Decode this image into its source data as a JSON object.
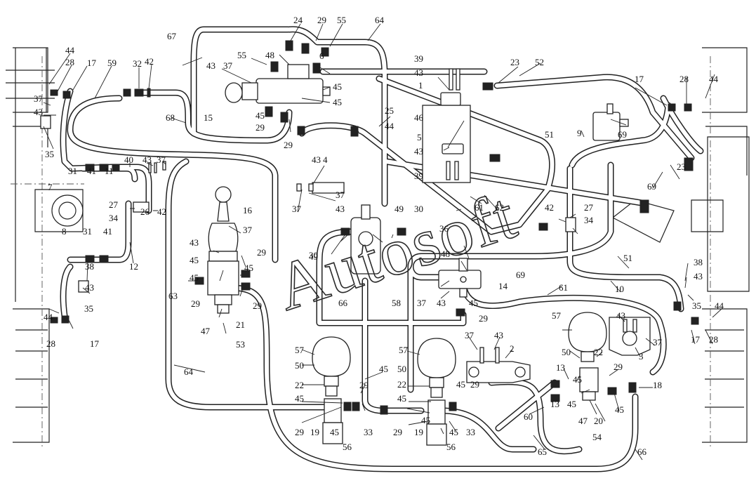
{
  "watermark": "Autosoft",
  "callouts": {
    "c1": "44",
    "c2": "28",
    "c3": "17",
    "c4": "59",
    "c5": "32",
    "c6": "42",
    "c7": "37",
    "c8": "43",
    "c9": "35",
    "c10": "7",
    "c11": "31",
    "c12": "41",
    "c13": "11",
    "c14": "40",
    "c15": "43",
    "c16": "37",
    "c17": "27",
    "c18": "34",
    "c19": "26",
    "c20": "42",
    "c21": "8",
    "c22": "31",
    "c23": "41",
    "c24": "12",
    "c25": "38",
    "c26": "43",
    "c27": "35",
    "c28": "44",
    "c29": "28",
    "c30": "17",
    "c31": "67",
    "c32": "55",
    "c33": "43",
    "c34": "37",
    "c35": "48",
    "c36": "24",
    "c37": "29",
    "c38": "55",
    "c39": "64",
    "c40": "6",
    "c41": "15",
    "c42": "45",
    "c43": "29",
    "c44": "45",
    "c45": "45",
    "c46": "68",
    "c47": "29",
    "c48": "25",
    "c49": "44",
    "c50": "4",
    "c51": "43",
    "c52": "37",
    "c53": "37",
    "c54": "43",
    "c55": "16",
    "c56": "37",
    "c57": "43",
    "c58": "45",
    "c59": "29",
    "c60": "63",
    "c61": "45",
    "c62": "29",
    "c63": "45",
    "c64": "29",
    "c65": "47",
    "c66": "21",
    "c67": "53",
    "c68": "64",
    "c69": "49",
    "c70": "30",
    "c71": "30",
    "c72": "49",
    "c73": "58",
    "c74": "66",
    "c75": "39",
    "c76": "43",
    "c77": "1",
    "c78": "46",
    "c79": "5",
    "c80": "43",
    "c81": "39",
    "c82": "23",
    "c83": "52",
    "c84": "61",
    "c85": "62",
    "c86": "36",
    "c87": "48",
    "c88": "14",
    "c89": "37",
    "c90": "43",
    "c91": "45",
    "c92": "29",
    "c93": "69",
    "c94": "61",
    "c95": "17",
    "c96": "28",
    "c97": "44",
    "c98": "9",
    "c99": "69",
    "c100": "51",
    "c101": "23",
    "c102": "69",
    "c103": "42",
    "c104": "27",
    "c105": "34",
    "c106": "51",
    "c107": "10",
    "c108": "38",
    "c109": "43",
    "c110": "35",
    "c111": "44",
    "c112": "17",
    "c113": "28",
    "c114": "57",
    "c115": "43",
    "c116": "37",
    "c117": "3",
    "c118": "50",
    "c119": "22",
    "c120": "29",
    "c121": "13",
    "c122": "45",
    "c123": "13",
    "c124": "45",
    "c125": "47",
    "c126": "20",
    "c127": "45",
    "c128": "54",
    "c129": "18",
    "c130": "57",
    "c131": "37",
    "c132": "43",
    "c133": "2",
    "c134": "50",
    "c135": "22",
    "c136": "45",
    "c137": "29",
    "c138": "45",
    "c139": "29",
    "c140": "45",
    "c141": "19",
    "c142": "45",
    "c143": "33",
    "c144": "56",
    "c145": "60",
    "c146": "65",
    "c147": "66",
    "c148": "57",
    "c149": "50",
    "c150": "22",
    "c151": "45",
    "c152": "29",
    "c153": "45",
    "c154": "29",
    "c155": "19",
    "c156": "45",
    "c157": "33",
    "c158": "56"
  }
}
